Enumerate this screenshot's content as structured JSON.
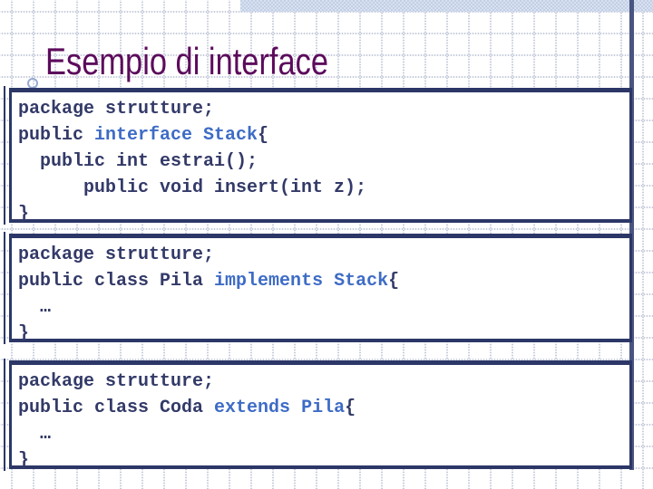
{
  "colors": {
    "title": "#5c0b5c",
    "code_text": "#333a68",
    "code_keyword": "#3e6cc6",
    "box_border": "#2c3768",
    "right_rule": "#4a5480",
    "top_band": "#c9d4e9"
  },
  "slide": {
    "title": "Esempio di interface",
    "bullet_icon": "circle-outline"
  },
  "code_boxes": [
    {
      "id": "interface-stack",
      "lines": [
        [
          {
            "text": "package strutture;",
            "style": "plain"
          }
        ],
        [
          {
            "text": "public ",
            "style": "plain"
          },
          {
            "text": "interface Stack",
            "style": "keyword"
          },
          {
            "text": "{",
            "style": "plain"
          }
        ],
        [
          {
            "text": "  public int estrai();",
            "style": "plain"
          }
        ],
        [
          {
            "text": "      public void insert(int z);",
            "style": "plain"
          }
        ],
        [
          {
            "text": "}",
            "style": "plain"
          }
        ]
      ]
    },
    {
      "id": "class-pila",
      "lines": [
        [
          {
            "text": "package strutture;",
            "style": "plain"
          }
        ],
        [
          {
            "text": "public class Pila ",
            "style": "plain"
          },
          {
            "text": "implements Stack",
            "style": "keyword"
          },
          {
            "text": "{",
            "style": "plain"
          }
        ],
        [
          {
            "text": "  …",
            "style": "plain"
          }
        ],
        [
          {
            "text": "}",
            "style": "plain"
          }
        ]
      ]
    },
    {
      "id": "class-coda",
      "lines": [
        [
          {
            "text": "package strutture;",
            "style": "plain"
          }
        ],
        [
          {
            "text": "public class Coda ",
            "style": "plain"
          },
          {
            "text": "extends Pila",
            "style": "keyword"
          },
          {
            "text": "{",
            "style": "plain"
          }
        ],
        [
          {
            "text": "  …",
            "style": "plain"
          }
        ],
        [
          {
            "text": "}",
            "style": "plain"
          }
        ]
      ]
    }
  ]
}
